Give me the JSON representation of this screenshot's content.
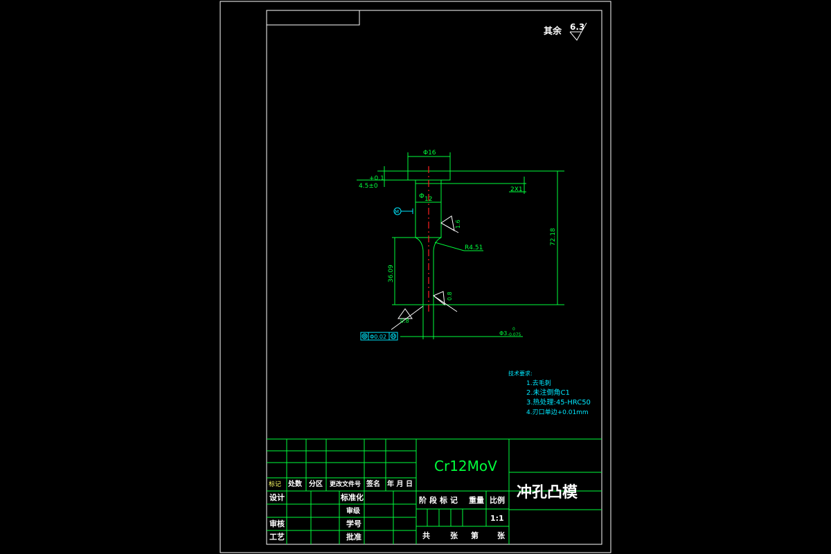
{
  "roughness": {
    "label": "其余",
    "value": "6.3"
  },
  "dims": {
    "top_diameter": "Φ16",
    "tol_upper": "+0.1",
    "tol_lower": "4.5±0",
    "chamfer": "2X1",
    "mid_diameter_sym": "Φ",
    "mid_diameter_val": "12",
    "radius": "R4.51",
    "shank_length": "36.09",
    "total_length": "72.18",
    "rough_16": "1.6",
    "rough_08_a": "0.8",
    "rough_08_b": "0.8",
    "punch_dia": "Φ3",
    "punch_tol": "-0.075",
    "punch_tol_up": "0",
    "gdt_value": "Φ0.02"
  },
  "notes": {
    "title": "技术要求:",
    "items": [
      "1.去毛刺",
      "2.未注倒角C1",
      "3.热处理:45-HRC50",
      "4.刃口单边+0.01mm"
    ]
  },
  "title_block": {
    "material": "Cr12MoV",
    "part_name": "冲孔凸模",
    "header": [
      "标记",
      "处数",
      "分区",
      "更改文件号",
      "签名",
      "年 月 日"
    ],
    "design": "设计",
    "standardize": "标准化",
    "audit": "审核",
    "process": "工艺",
    "approve": "批准",
    "check_level": "阶段标记",
    "weight": "重量",
    "scale_label": "比例",
    "scale_value": "1:1",
    "sheets_total": "共",
    "sheets_unit": "张",
    "sheets_no": "第",
    "sheets_unit2": "张",
    "grade": "审级",
    "student": "学号"
  }
}
